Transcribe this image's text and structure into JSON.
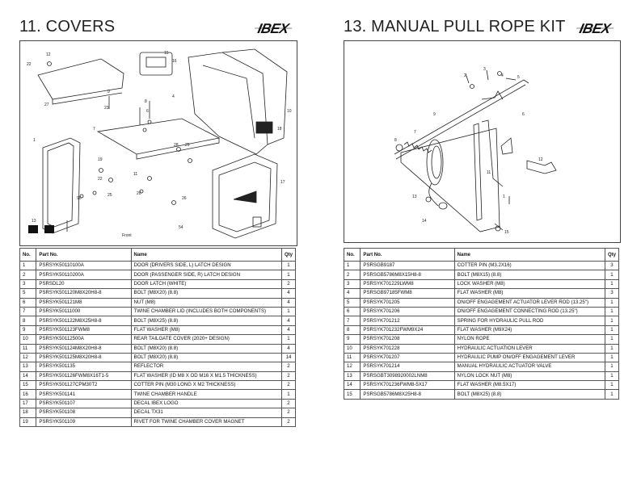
{
  "left": {
    "title": "11. COVERS",
    "logo": "IBEX",
    "diagram_front_label": "Front",
    "headers": {
      "no": "No.",
      "part": "Part No.",
      "name": "Name",
      "qty": "Qty"
    },
    "rows": [
      {
        "no": "1",
        "part": "PSRSYK50110100A",
        "name": "DOOR (DRIVERS SIDE, L) LATCH DESIGN",
        "qty": "1"
      },
      {
        "no": "2",
        "part": "PSRSYK50110200A",
        "name": "DOOR (PASSENGER SIDE, R) LATCH DESIGN",
        "qty": "1"
      },
      {
        "no": "3",
        "part": "PSRSDL20",
        "name": "DOOR LATCH (WHITE)",
        "qty": "2"
      },
      {
        "no": "5",
        "part": "PSRSYK501120M8X20H8-8",
        "name": "BOLT (M8X20) (8.8)",
        "qty": "4"
      },
      {
        "no": "6",
        "part": "PSRSYK501121M8",
        "name": "NUT (M8)",
        "qty": "4"
      },
      {
        "no": "7",
        "part": "PSRSYK50111000",
        "name": "TWINE CHAMBER LID (INCLUDES BOTH COMPONENTS)",
        "qty": "1"
      },
      {
        "no": "8",
        "part": "PSRSYK501122M8X25H8-8",
        "name": "BOLT (M8X25) (8.8)",
        "qty": "4"
      },
      {
        "no": "9",
        "part": "PSRSYK501123FWM8",
        "name": "FLAT WASHER (M8)",
        "qty": "4"
      },
      {
        "no": "10",
        "part": "PSRSYK50112500A",
        "name": "REAR TAILGATE COVER (2020+ DESIGN)",
        "qty": "1"
      },
      {
        "no": "11",
        "part": "PSRSYK501124M8X20H8-8",
        "name": "BOLT (M8X20) (8.8)",
        "qty": "4"
      },
      {
        "no": "12",
        "part": "PSRSYK501125M8X20H8-8",
        "name": "BOLT (M8X20) (8.8)",
        "qty": "14"
      },
      {
        "no": "13",
        "part": "PSRSYK501135",
        "name": "REFLECTOR",
        "qty": "2"
      },
      {
        "no": "14",
        "part": "PSRSYK501126FWM8X16T1-5",
        "name": "FLAT WASHER (ID M8 X OD M16 X M1.5 THICKNESS)",
        "qty": "2"
      },
      {
        "no": "15",
        "part": "PSRSYK501127CPM30T2",
        "name": "COTTER PIN (M30 LONG X M2 THICKNESS)",
        "qty": "2"
      },
      {
        "no": "16",
        "part": "PSRSYK501141",
        "name": "TWINE CHAMBER HANDLE",
        "qty": "1"
      },
      {
        "no": "17",
        "part": "PSRSYK501107",
        "name": "DECAL IBEX LOGO",
        "qty": "2"
      },
      {
        "no": "18",
        "part": "PSRSYK501108",
        "name": "DECAL TX31",
        "qty": "2"
      },
      {
        "no": "19",
        "part": "PSRSYK501109",
        "name": "RIVET FOR TWINE CHAMBER COVER MAGNET",
        "qty": "2"
      }
    ]
  },
  "right": {
    "title": "13. MANUAL PULL ROPE KIT",
    "logo": "IBEX",
    "headers": {
      "no": "No.",
      "part": "Part No.",
      "name": "Name",
      "qty": "Qty"
    },
    "rows": [
      {
        "no": "1",
        "part": "PSRSGB9187",
        "name": "COTTER PIN (M3.2X16)",
        "qty": "3"
      },
      {
        "no": "2",
        "part": "PSRSGB5786M8X15H8-8",
        "name": "BOLT (M8X15) (8.8)",
        "qty": "1"
      },
      {
        "no": "3",
        "part": "PSRSYK701229LWM8",
        "name": "LOCK WASHER (M8)",
        "qty": "1"
      },
      {
        "no": "4",
        "part": "PSRSGB97185FWM8",
        "name": "FLAT WASHER (M8)",
        "qty": "3"
      },
      {
        "no": "5",
        "part": "PSRSYK701205",
        "name": "ON/OFF ENGAGEMENT ACTUATOR LEVER ROD (13.25\")",
        "qty": "1"
      },
      {
        "no": "6",
        "part": "PSRSYK701206",
        "name": "ON/OFF ENGAGEMENT CONNECTING ROD (13.25\")",
        "qty": "1"
      },
      {
        "no": "7",
        "part": "PSRSYK701212",
        "name": "SPRING FOR HYDRAULIC PULL ROD",
        "qty": "1"
      },
      {
        "no": "8",
        "part": "PSRSYK701232FWM9X24",
        "name": "FLAT WASHER (M9X24)",
        "qty": "1"
      },
      {
        "no": "9",
        "part": "PSRSYK701208",
        "name": "NYLON ROPE",
        "qty": "1"
      },
      {
        "no": "10",
        "part": "PSRSYK701228",
        "name": "HYDRAULIC ACTUATION LEVER",
        "qty": "1"
      },
      {
        "no": "11",
        "part": "PSRSYK701207",
        "name": "HYDRAULIC PUMP ON/OFF ENGAGEMENT LEVER",
        "qty": "1"
      },
      {
        "no": "12",
        "part": "PSRSYK701214",
        "name": "MANUAL HYDRAULIC ACTUATOR VALVE",
        "qty": "1"
      },
      {
        "no": "13",
        "part": "PSRSGBT3098920002LNM8",
        "name": "NYLON LOCK NUT (M8)",
        "qty": "1"
      },
      {
        "no": "14",
        "part": "PSRSYK701236FWM8-5X17",
        "name": "FLAT WASHER (M8.5X17)",
        "qty": "1"
      },
      {
        "no": "15",
        "part": "PSRSGB5786M8X25H8-8",
        "name": "BOLT (M8X25) (8.8)",
        "qty": "1"
      }
    ]
  }
}
